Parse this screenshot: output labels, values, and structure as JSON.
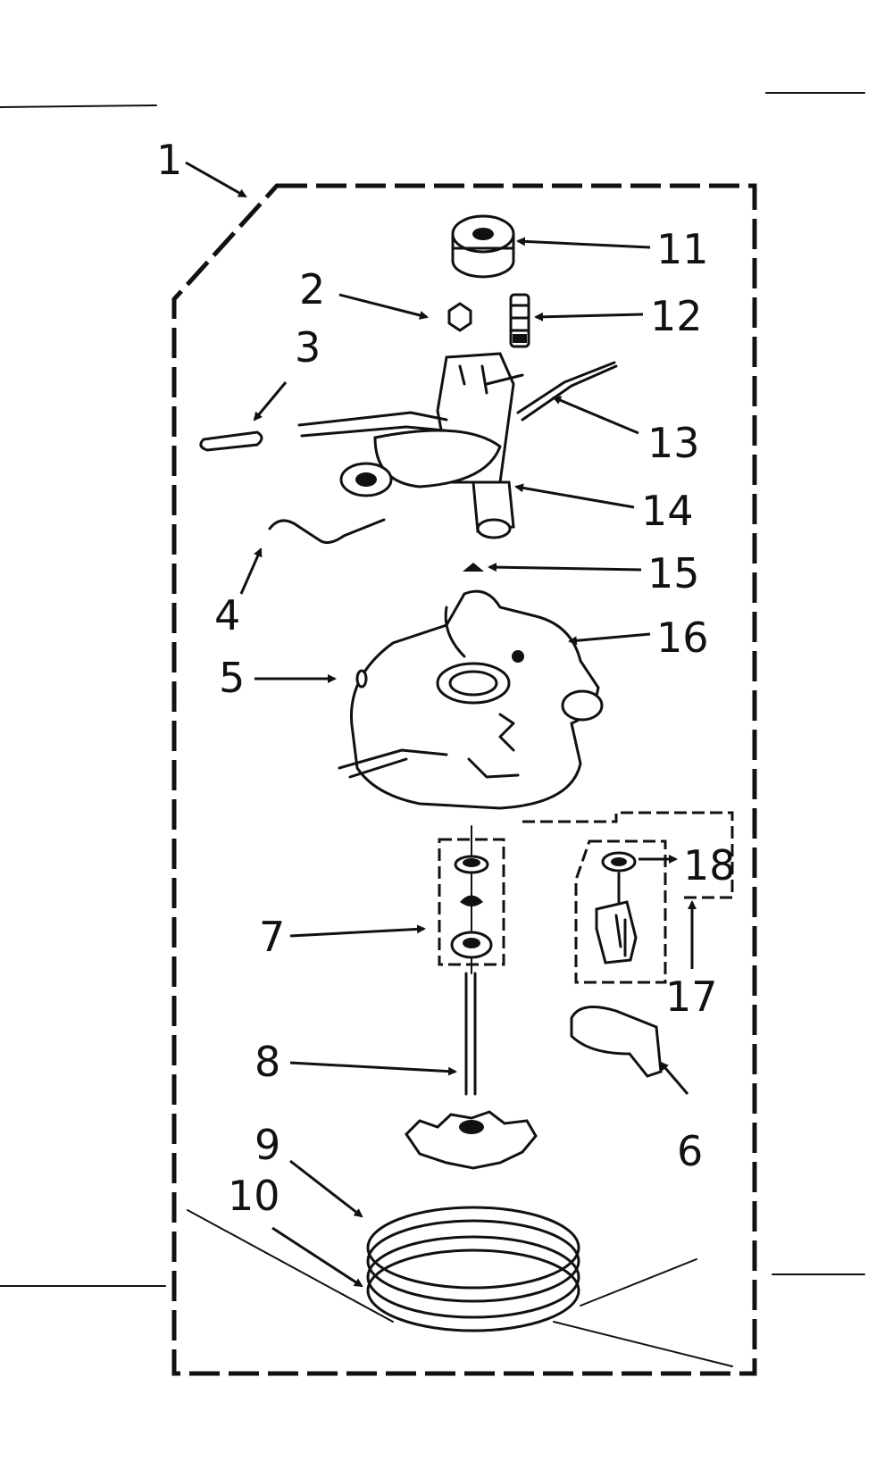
{
  "callouts": {
    "c1": "1",
    "c2": "2",
    "c3": "3",
    "c4": "4",
    "c5": "5",
    "c6": "6",
    "c7": "7",
    "c8": "8",
    "c9": "9",
    "c10": "10",
    "c11": "11",
    "c12": "12",
    "c13": "13",
    "c14": "14",
    "c15": "15",
    "c16": "16",
    "c17": "17",
    "c18": "18"
  },
  "colors": {
    "ink": "#111111",
    "paper": "#ffffff"
  }
}
